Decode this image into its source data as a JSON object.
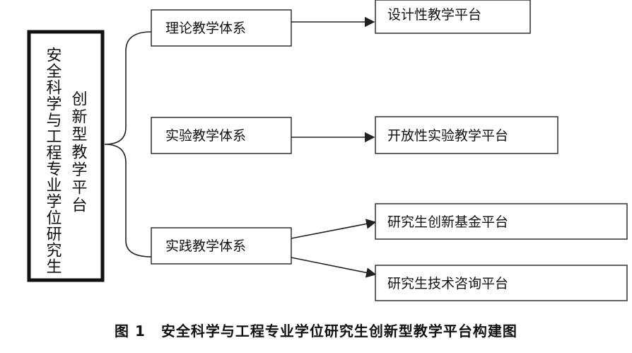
{
  "root": {
    "title": "安全科学与工程专业学位研究生",
    "platform": "创新型教学平台"
  },
  "systems": [
    {
      "label": "理论教学体系"
    },
    {
      "label": "实验教学体系"
    },
    {
      "label": "实践教学体系"
    }
  ],
  "platforms": [
    {
      "label": "设计性教学平台"
    },
    {
      "label": "开放性实验教学平台"
    },
    {
      "label": "研究生创新基金平台"
    },
    {
      "label": "研究生技术咨询平台"
    }
  ],
  "caption": {
    "number": "图 1",
    "text": "安全科学与工程专业学位研究生创新型教学平台构建图"
  }
}
